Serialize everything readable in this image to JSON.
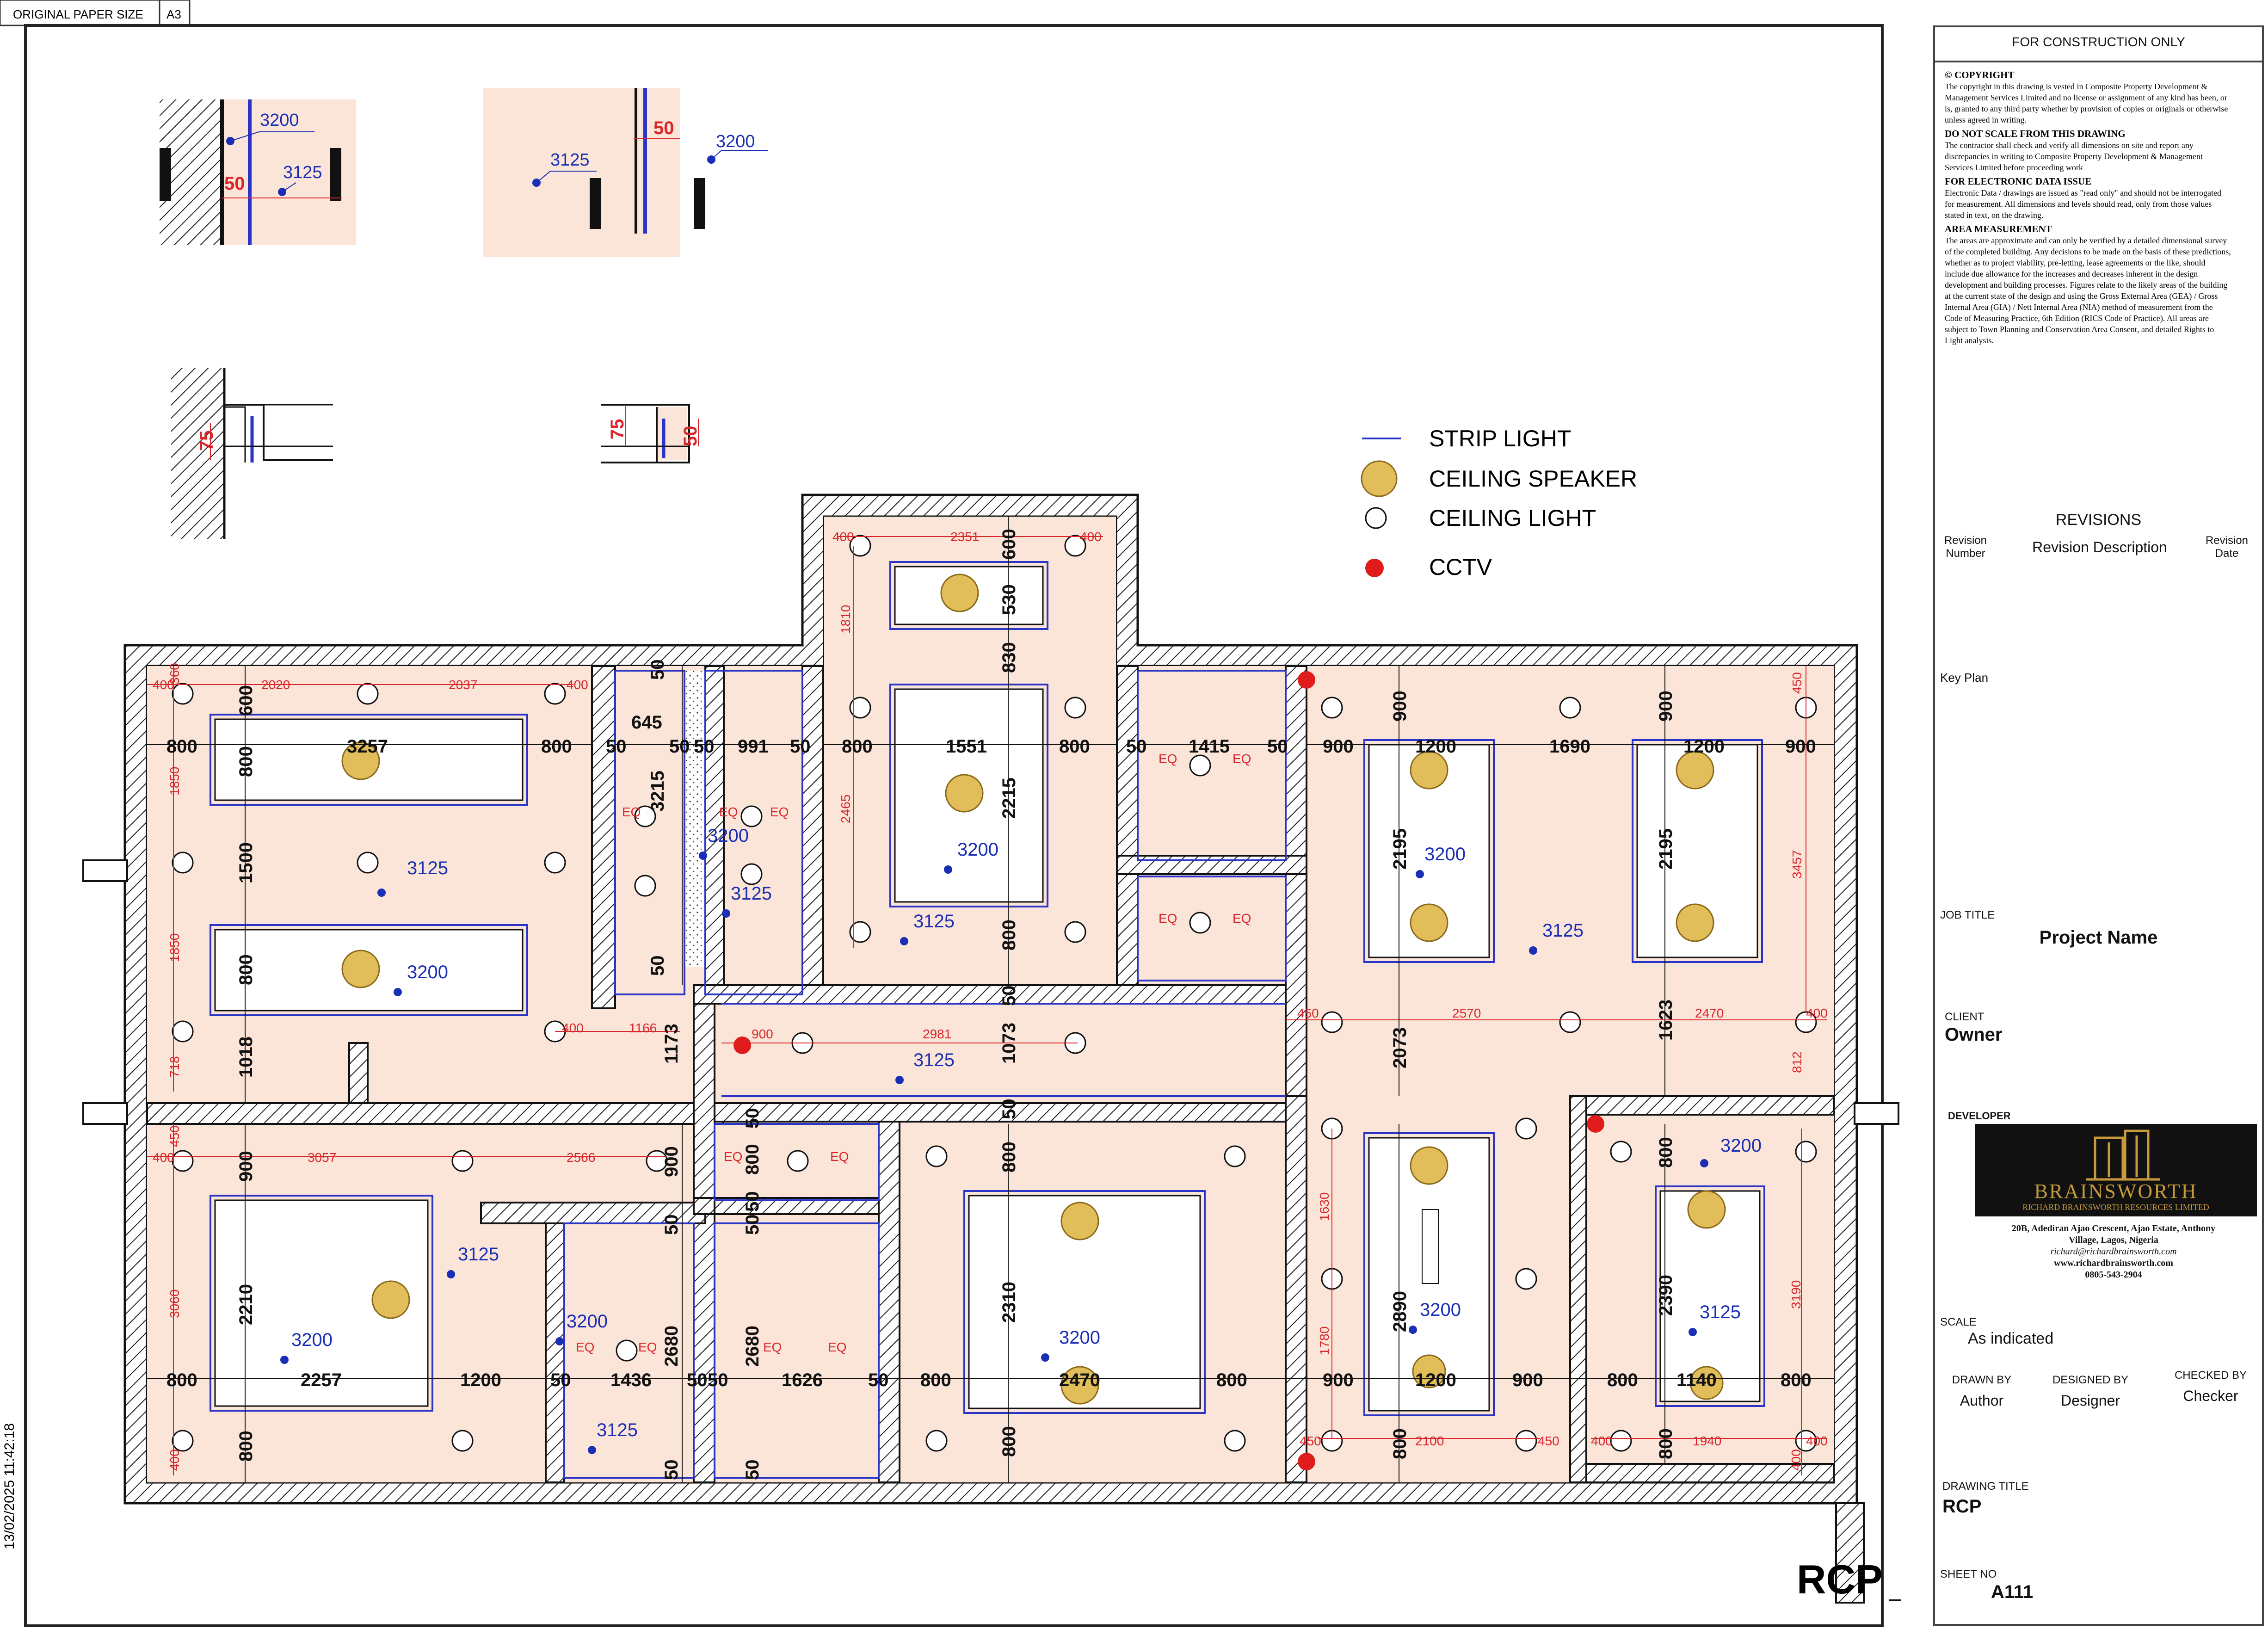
{
  "paper": {
    "label": "ORIGINAL PAPER SIZE",
    "size": "A3"
  },
  "timestamp": "13/02/2025 11:42:18",
  "colors": {
    "room_fill": "#fbe4d8",
    "dimension_red": "#d9262b",
    "level_blue": "#1a2fb5",
    "strip_light": "#2a35c8",
    "speaker_fill": "#e2be5a",
    "cctv_red": "#e01b1b"
  },
  "legend": {
    "strip_light": "STRIP LIGHT",
    "ceiling_speaker": "CEILING SPEAKER",
    "ceiling_light": "CEILING LIGHT",
    "cctv": "CCTV"
  },
  "details": {
    "d1_top": "3200",
    "d1_bottom": "3125",
    "d1_gap": "50",
    "d2_left": "3125",
    "d2_right": "3200",
    "d2_gap": "50",
    "d3_height": "75",
    "d4_height": "75",
    "d4_gap": "50"
  },
  "levels": {
    "l3200": "3200",
    "l3125": "3125"
  },
  "dims": {
    "d400": "400",
    "d360": "360",
    "d2020": "2020",
    "d2037": "2037",
    "d600": "600",
    "d800": "800",
    "d3257": "3257",
    "d1850": "1850",
    "d1500": "1500",
    "d1018": "1018",
    "d718": "718",
    "d1166": "1166",
    "d1173": "1173",
    "d645": "645",
    "d50": "50",
    "d991": "991",
    "d3215": "3215",
    "eq": "EQ",
    "d2351": "2351",
    "d530": "530",
    "d830": "830",
    "d1810": "1810",
    "d1551": "1551",
    "d2215": "2215",
    "d2465": "2465",
    "d1415": "1415",
    "d900": "900",
    "d1200": "1200",
    "d1690": "1690",
    "d450": "450",
    "d2195": "2195",
    "d3457": "3457",
    "d2981": "2981",
    "d1073": "1073",
    "d2570": "2570",
    "d2470": "2470",
    "d2073": "2073",
    "d1623": "1623",
    "d812": "812",
    "d3057": "3057",
    "d2566": "2566",
    "d3060": "3060",
    "d2210": "2210",
    "d2257": "2257",
    "d1436": "1436",
    "d2680": "2680",
    "d1626": "1626",
    "d2310": "2310",
    "d1630": "1630",
    "d1780": "1780",
    "d2890": "2890",
    "d2100": "2100",
    "d2390": "2390",
    "d1140": "1140",
    "d1940": "1940",
    "d3190": "3190"
  },
  "plan_label": "RCP",
  "title_block": {
    "header": "FOR CONSTRUCTION ONLY",
    "copyright_h": "© COPYRIGHT",
    "copyright_p": "The copyright in this drawing is vested in  Composite Property Development & Management Services Limited and no license or assignment of any kind has been, or is, granted to any third party whether by provision of copies or originals or otherwise unless agreed in writing.",
    "noscale_h": "DO NOT SCALE FROM THIS DRAWING",
    "noscale_p": "The contractor shall check and verify all dimensions on site and report any discrepancies in writing to  Composite Property Development & Management Services Limited before proceeding work",
    "electronic_h": "FOR ELECTRONIC DATA ISSUE",
    "electronic_p": "Electronic Data / drawings are issued as \"read only\" and should not be interrogated for measurement. All dimensions and levels should read, only from those values stated in text, on the drawing.",
    "area_h": "AREA MEASUREMENT",
    "area_p": "The areas are approximate and can only be verified by a detailed dimensional survey of the completed building. Any decisions to be made on the basis of these predictions, whether as to project viability, pre-letting, lease agreements or the like, should include due allowance for the increases and decreases inherent in the design development and building processes. Figures relate to the likely areas of the building at the current state of the design and using the Gross External Area (GEA) / Gross Internal Area (GIA) / Nett Internal Area (NIA) method of measurement from the Code of Measuring Practice, 6th Edition (RICS Code of Practice). All areas are subject to Town Planning and Conservation Area Consent, and detailed Rights to Light analysis.",
    "revisions": "REVISIONS",
    "rev_number": "Revision Number",
    "rev_desc": "Revision Description",
    "rev_date": "Revision Date",
    "key_plan": "Key Plan",
    "job_title_label": "JOB TITLE",
    "job_title": "Project Name",
    "client_label": "CLIENT",
    "client": "Owner",
    "developer_label": "DEVELOPER",
    "logo_name": "BRAINSWORTH",
    "logo_sub": "RICHARD BRAINSWORTH RESOURCES LIMITED",
    "address1": "20B,  Adediran  Ajao Crescent, Ajao Estate, Anthony",
    "address2": "Village, Lagos, Nigeria",
    "email": "richard@richardbrainsworth.com",
    "web": "www.richardbrainsworth.com",
    "phone": "0805-543-2904",
    "scale_label": "SCALE",
    "scale": "As indicated",
    "drawn_by_label": "DRAWN BY",
    "drawn_by": "Author",
    "designed_by_label": "DESIGNED BY",
    "designed_by": "Designer",
    "checked_by_label": "CHECKED BY",
    "checked_by": "Checker",
    "drawing_title_label": "DRAWING TITLE",
    "drawing_title": "RCP",
    "sheet_no_label": "SHEET NO",
    "sheet_no": "A111"
  }
}
